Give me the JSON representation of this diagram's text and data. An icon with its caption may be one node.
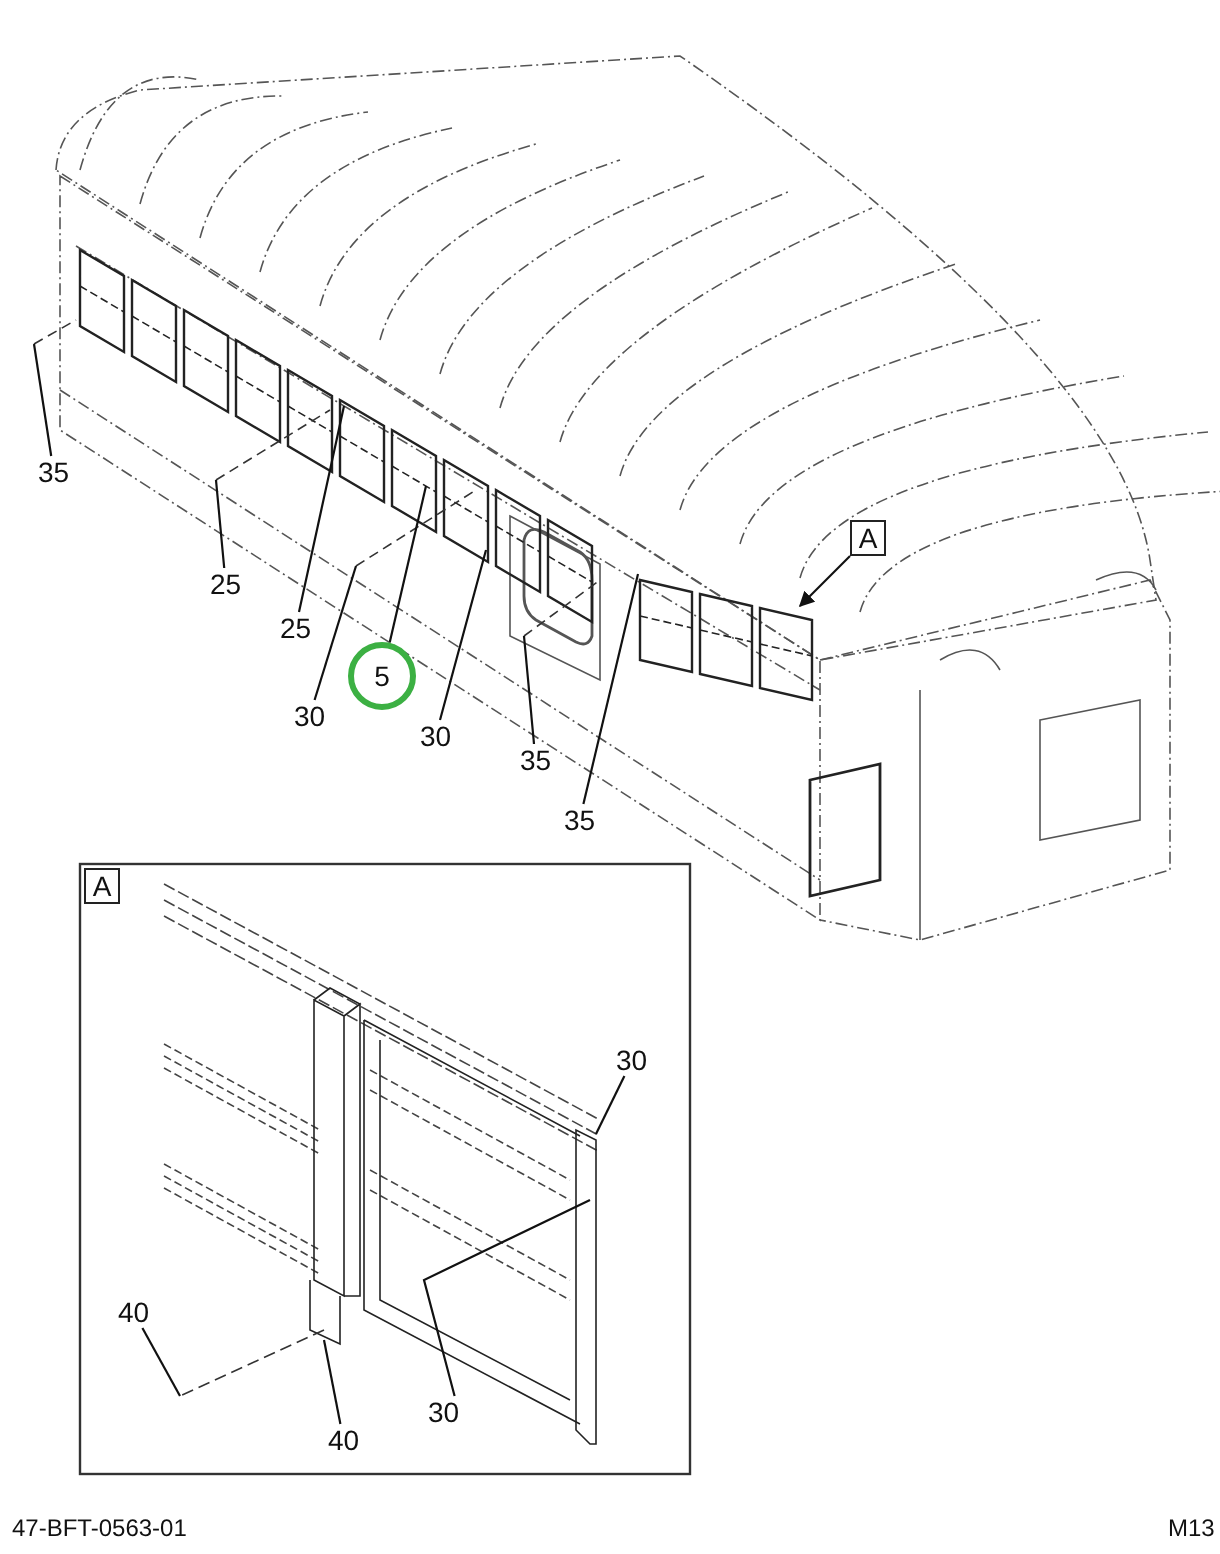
{
  "diagram": {
    "nodes": [
      {
        "text": [
          "35"
        ]
      },
      {
        "text": [
          "25"
        ]
      },
      {
        "text": [
          "25"
        ]
      },
      {
        "text": [
          "5"
        ]
      },
      {
        "text": [
          "30"
        ]
      },
      {
        "text": [
          "30"
        ]
      },
      {
        "text": [
          "35"
        ]
      },
      {
        "text": [
          "35"
        ]
      },
      {
        "text": [
          "A"
        ]
      },
      {
        "text": [
          "A"
        ]
      },
      {
        "text": [
          "30"
        ]
      },
      {
        "text": [
          "30"
        ]
      },
      {
        "text": [
          "40"
        ]
      },
      {
        "text": [
          "40"
        ]
      },
      {
        "text": [],
        "shape": "bar"
      }
    ],
    "edges": [
      {
        "from": 0,
        "to": null,
        "arrow": "none"
      },
      {
        "from": 1,
        "to": null,
        "arrow": "none"
      },
      {
        "from": 2,
        "to": null,
        "arrow": "none"
      },
      {
        "from": 3,
        "to": null,
        "arrow": "none"
      },
      {
        "from": 4,
        "to": null,
        "arrow": "none"
      },
      {
        "from": 5,
        "to": null,
        "arrow": "none"
      },
      {
        "from": 6,
        "to": null,
        "arrow": "none"
      },
      {
        "from": 7,
        "to": null,
        "arrow": "none"
      },
      {
        "from": 8,
        "to": null,
        "arrow": "to"
      },
      {
        "from": 10,
        "to": 14,
        "arrow": "none"
      },
      {
        "from": 11,
        "to": 14,
        "arrow": "none"
      },
      {
        "from": 12,
        "to": null,
        "arrow": "none"
      },
      {
        "from": 13,
        "to": null,
        "arrow": "none"
      }
    ],
    "labels": [
      "47-BFT-0563-01",
      "M13"
    ]
  }
}
